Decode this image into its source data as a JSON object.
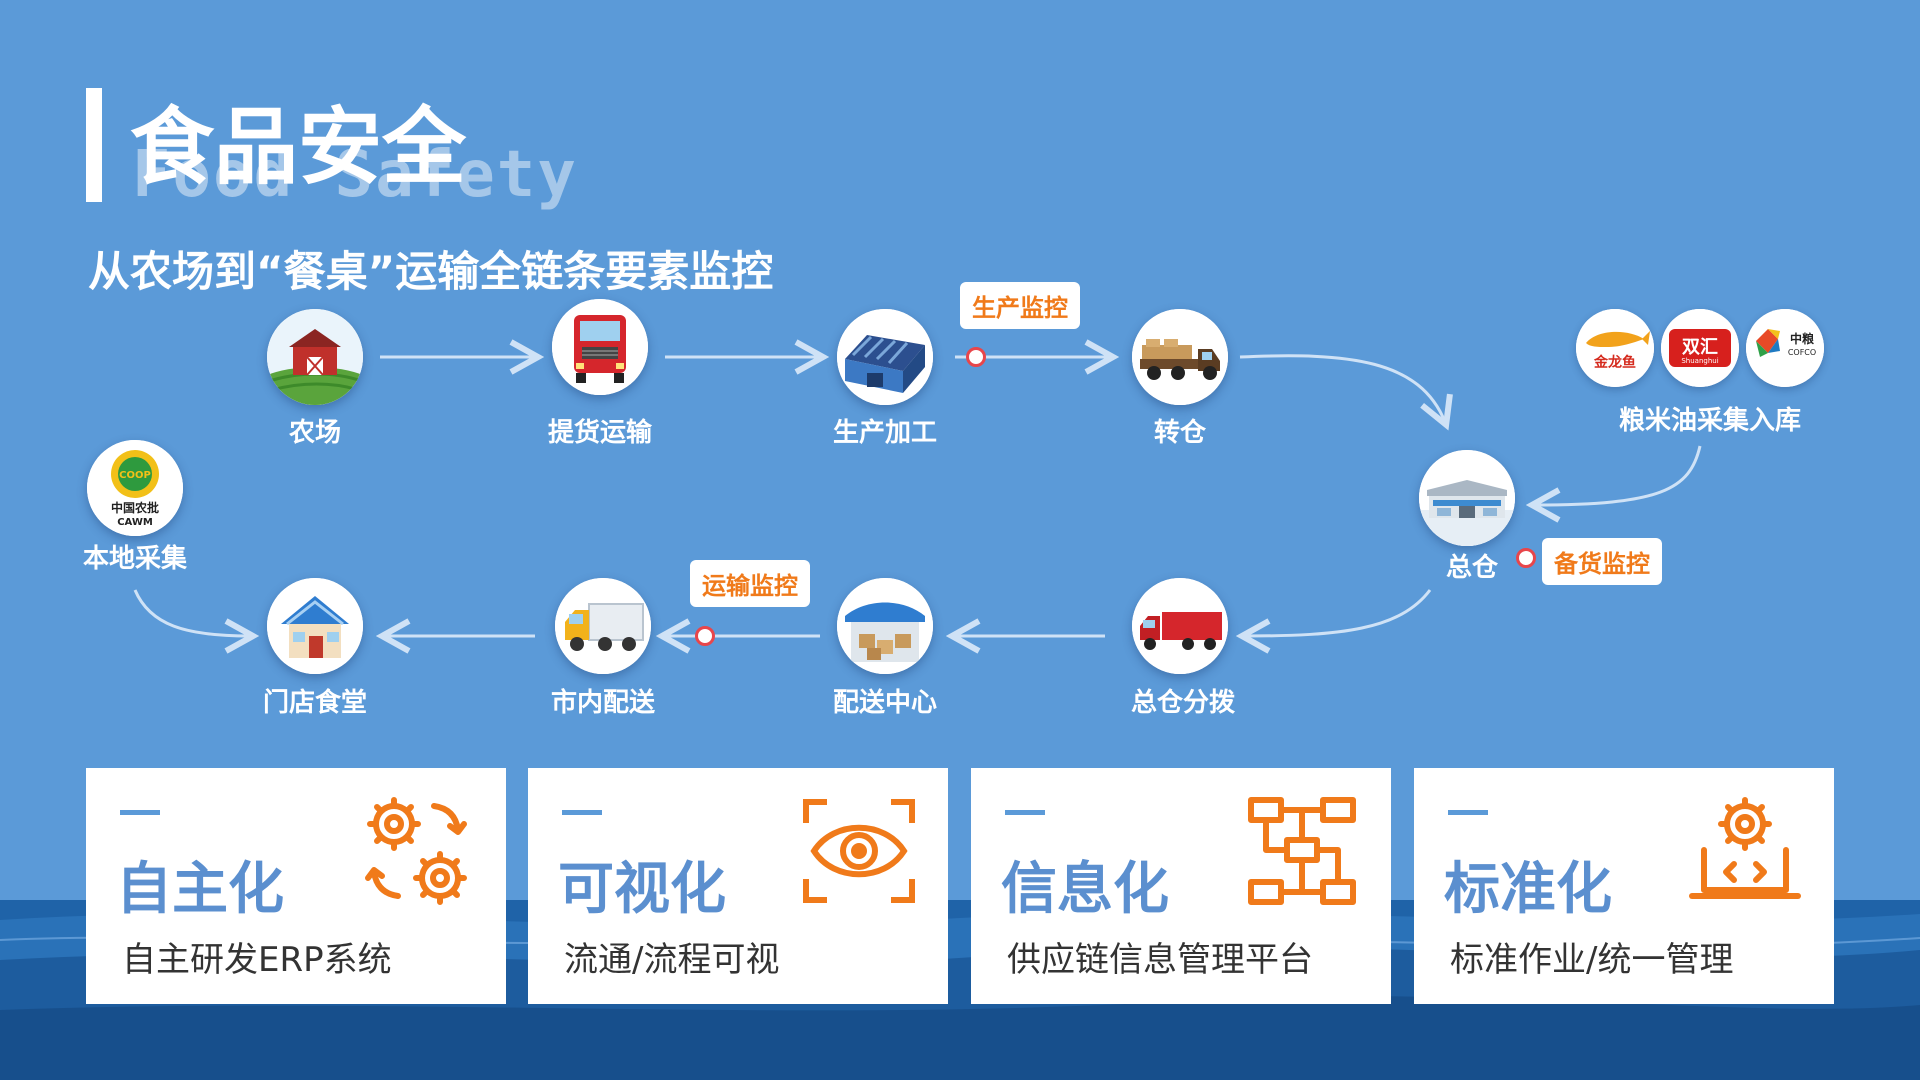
{
  "header": {
    "title_cn": "食品安全",
    "title_en": "Food Safety",
    "subtitle": "从农场到“餐桌”运输全链条要素监控"
  },
  "flow": {
    "top_row": [
      "农场",
      "提货运输",
      "生产加工",
      "转仓"
    ],
    "hub": "总仓",
    "bottom_row": [
      "门店食堂",
      "市内配送",
      "配送中心",
      "总仓分拨"
    ],
    "inbound": "粮米油采集入库",
    "local": "本地采集",
    "monitors": {
      "production": "生产监控",
      "stocking": "备货监控",
      "transport": "运输监控"
    }
  },
  "brands": {
    "jinlongyu": "金龙鱼",
    "shuanghui": "双汇",
    "shuanghui_en": "Shuanghui",
    "cofco": "中粮",
    "cofco_en": "COFCO",
    "cawm_cn": "中国农批",
    "cawm_en": "CAWM",
    "coop": "COOP"
  },
  "cards": [
    {
      "title": "自主化",
      "desc": "自主研发ERP系统",
      "icon": "gears-cycle-icon"
    },
    {
      "title": "可视化",
      "desc": "流通/流程可视",
      "icon": "eye-scan-icon"
    },
    {
      "title": "信息化",
      "desc": "供应链信息管理平台",
      "icon": "network-nodes-icon"
    },
    {
      "title": "标准化",
      "desc": "标准作业/统一管理",
      "icon": "laptop-gear-icon"
    }
  ],
  "colors": {
    "background": "#5b9ad8",
    "accent_orange": "#f07a1a",
    "card_title_blue": "#5b8fcf",
    "monitor_dot_red": "#e8464b"
  }
}
